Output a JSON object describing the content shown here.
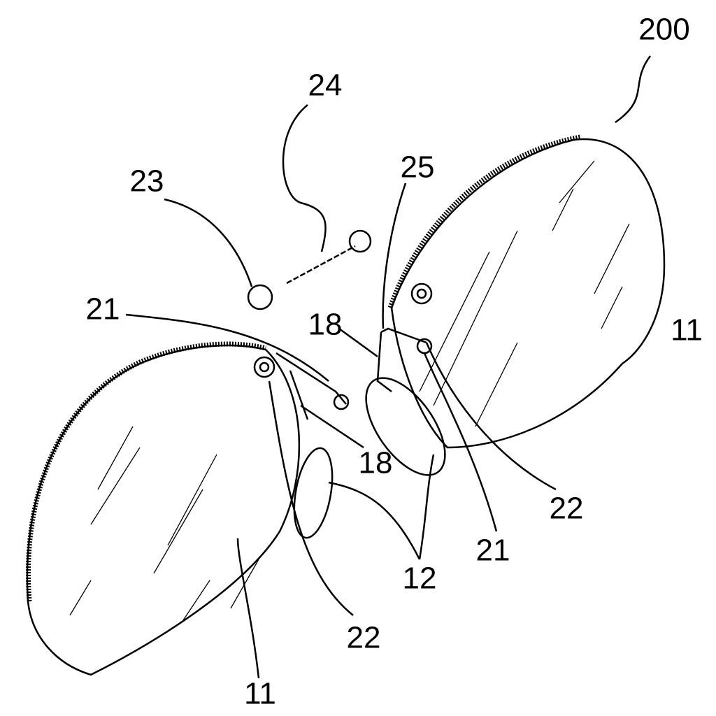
{
  "figure": {
    "labels": {
      "assembly": "200",
      "rod": "24",
      "ball": "23",
      "bridge": "25",
      "lens_right": "11",
      "clip_left": "21",
      "arm_left": "18",
      "arm_mid": "18",
      "mount_right": "22",
      "clip_right": "21",
      "pads": "12",
      "mount_left": "22",
      "lens_left": "11"
    }
  }
}
